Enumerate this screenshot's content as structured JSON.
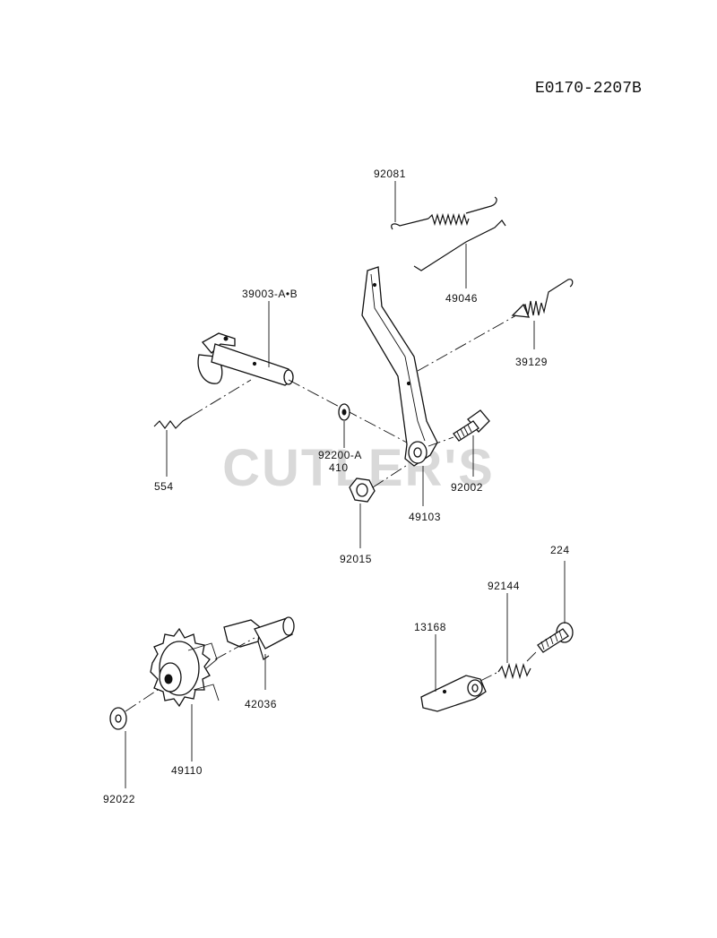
{
  "diagram_code": "E0170-2207B",
  "watermark": "CUTLER'S",
  "parts": {
    "p92081": "92081",
    "p49046": "49046",
    "p39003": "39003-A•B",
    "p39129": "39129",
    "p554": "554",
    "p92200a": "92200-A",
    "p410": "410",
    "p92002": "92002",
    "p49103": "49103",
    "p92015": "92015",
    "p224": "224",
    "p92144": "92144",
    "p13168": "13168",
    "p42036": "42036",
    "p49110": "49110",
    "p92022": "92022"
  }
}
